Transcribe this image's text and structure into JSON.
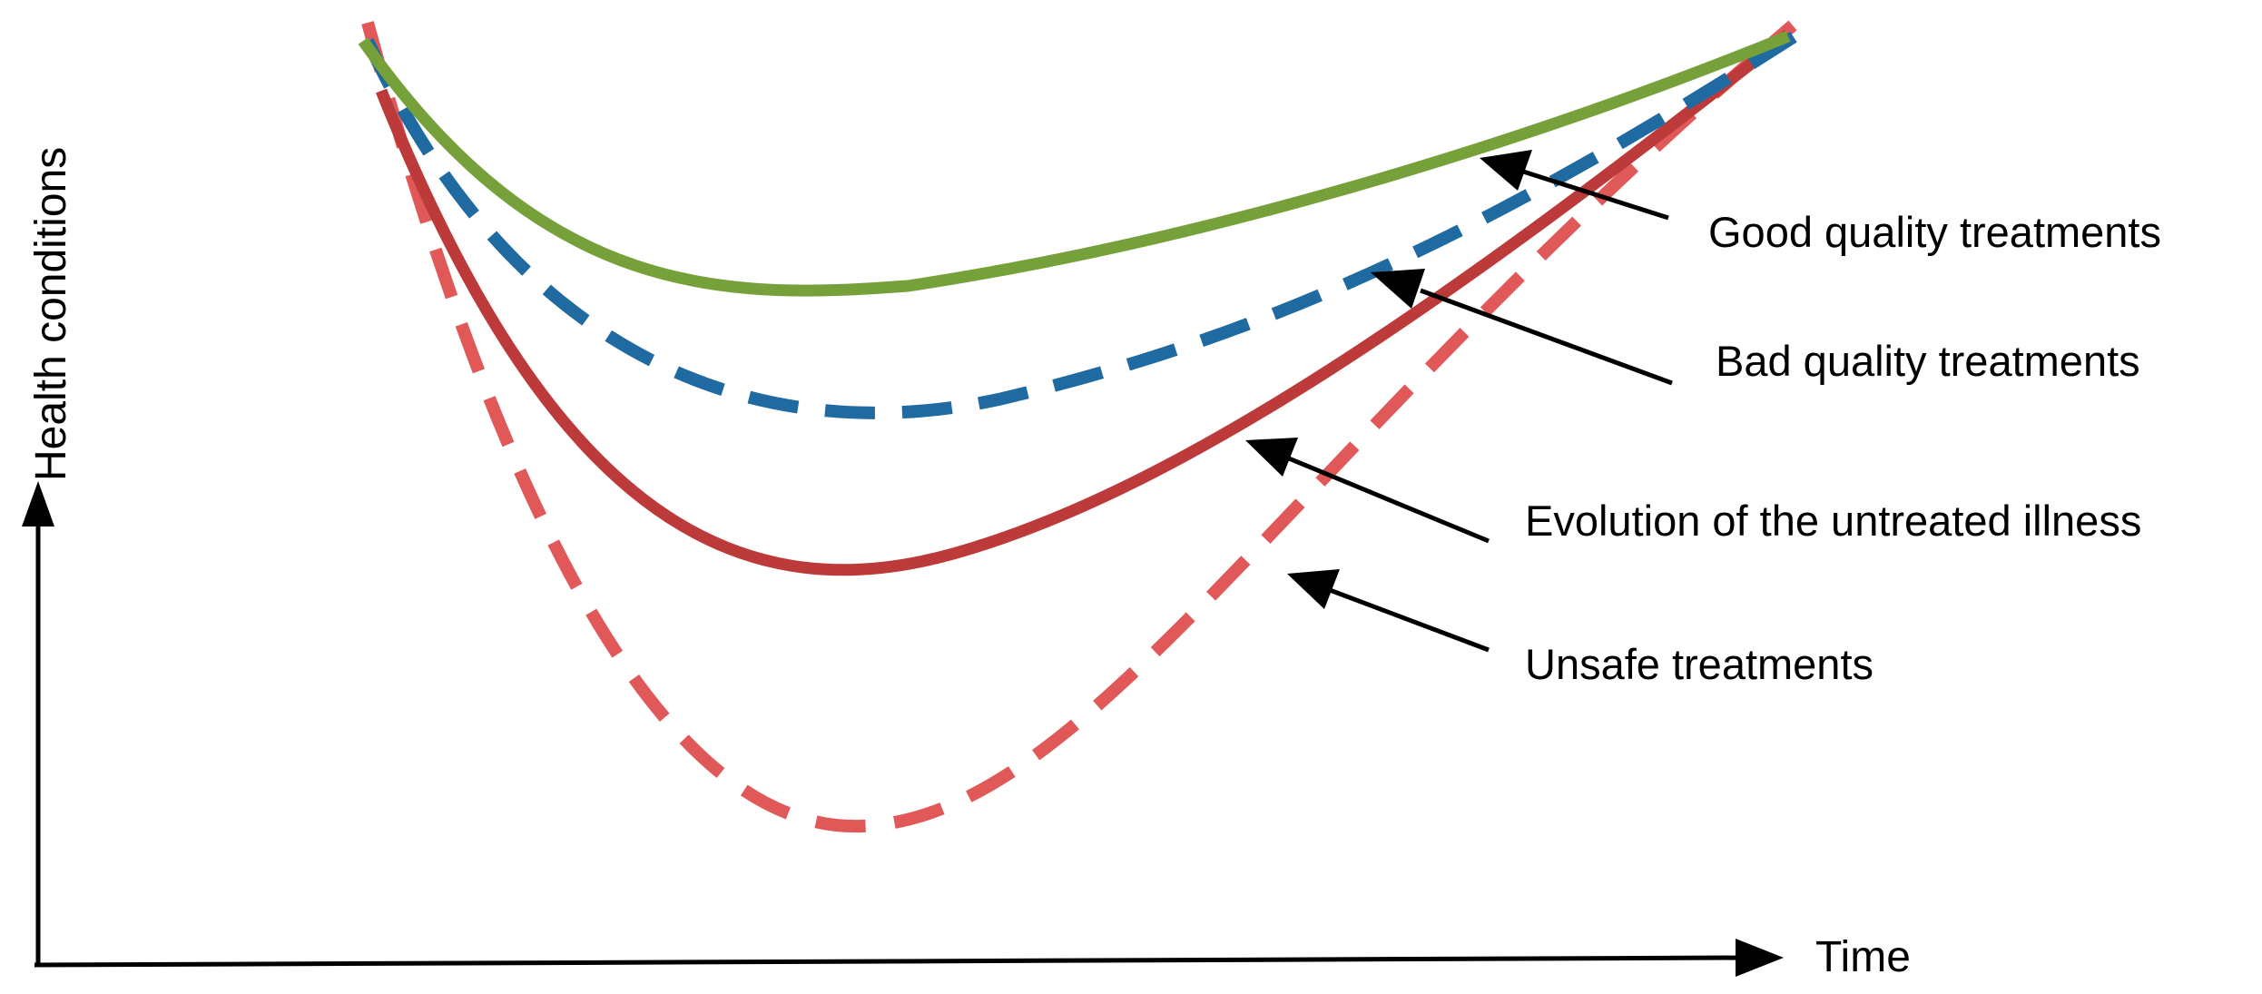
{
  "axes": {
    "y_label": "Health conditions",
    "x_label": "Time"
  },
  "curves": [
    {
      "label": "Good quality treatments",
      "color": "#76a13a",
      "style": "solid"
    },
    {
      "label": "Bad quality treatments",
      "color": "#1f6aa0",
      "style": "dashed"
    },
    {
      "label": "Evolution of the untreated illness",
      "color": "#bd3a3a",
      "style": "solid"
    },
    {
      "label": "Unsafe treatments",
      "color": "#e05858",
      "style": "dashed"
    }
  ],
  "colors": {
    "axis": "#000000",
    "background": "#ffffff"
  }
}
